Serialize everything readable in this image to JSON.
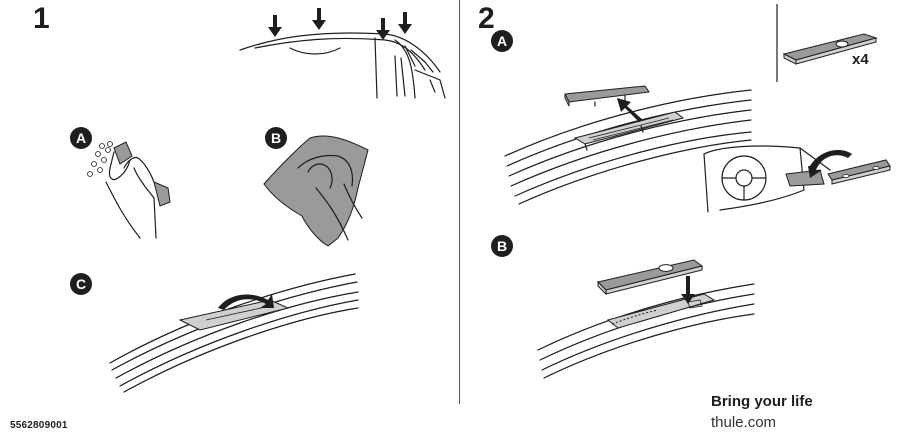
{
  "steps": {
    "step1": {
      "number": "1",
      "sub_a": "A",
      "sub_b": "B",
      "sub_c": "C"
    },
    "step2": {
      "number": "2",
      "sub_a": "A",
      "sub_b": "B",
      "quantity": "x4"
    }
  },
  "footer": {
    "part_number": "5562809001",
    "tagline": "Bring your life",
    "website": "thule.com"
  },
  "colors": {
    "ink": "#1e1e1e",
    "part_fill": "#9a9a9a",
    "part_light": "#d0d0d0"
  }
}
